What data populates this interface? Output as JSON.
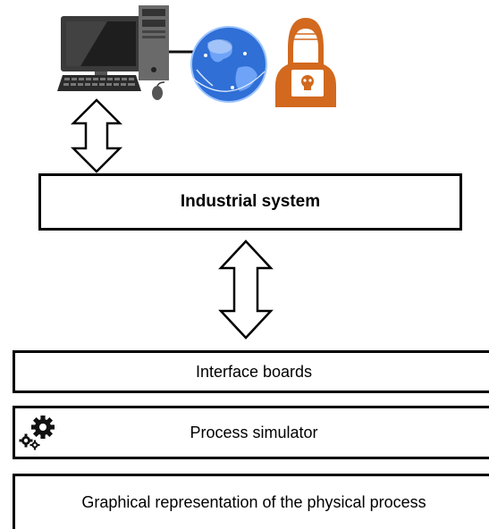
{
  "diagram": {
    "nodes": {
      "industrial_system": {
        "label": "Industrial system"
      },
      "interface_boards": {
        "label": "Interface boards"
      },
      "process_simulator": {
        "label": "Process simulator"
      },
      "graphical_representation": {
        "label": "Graphical representation of the physical process"
      }
    },
    "edges": [
      {
        "from": "attacker-workstation",
        "to": "industrial_system",
        "type": "bidirectional"
      },
      {
        "from": "industrial_system",
        "to": "interface_boards",
        "type": "bidirectional"
      }
    ],
    "icons": [
      "desktop-computer-icon",
      "globe-icon",
      "hacker-icon",
      "gears-icon"
    ],
    "colors": {
      "hacker": "#d2691e",
      "globe": "#2f6fd6",
      "border": "#000000"
    }
  }
}
